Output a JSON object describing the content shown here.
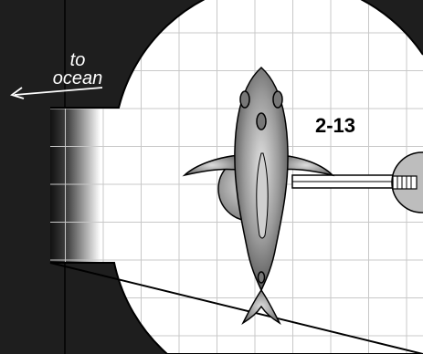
{
  "diagram": {
    "direction_label_line1": "to",
    "direction_label_line2": "ocean",
    "specimen_label": "2-13"
  },
  "colors": {
    "background": "#1e1e1e",
    "chamber_fill": "#ffffff",
    "grid": "#c8c8c8",
    "fish_dark": "#555555",
    "fish_light": "#d8d8d8",
    "outline": "#000000"
  }
}
